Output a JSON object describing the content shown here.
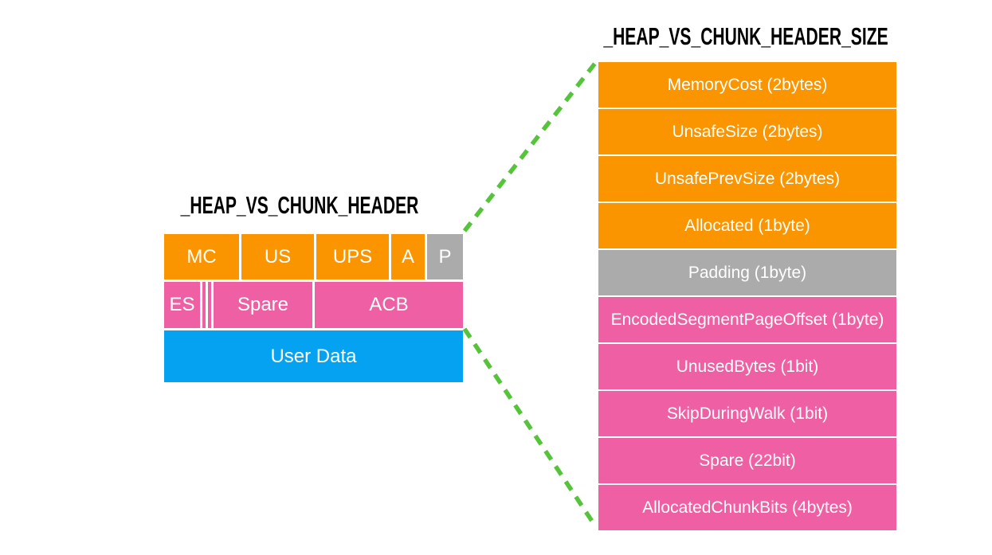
{
  "colors": {
    "orange": "#FA9500",
    "pink": "#EE5FA3",
    "blue": "#06A2F2",
    "gray": "#ABABAB",
    "green": "#56C43B",
    "cell_text": "#FFFFFF",
    "title_text": "#000000",
    "background": "#FFFFFF"
  },
  "left_diagram": {
    "title": "_HEAP_VS_CHUNK_HEADER",
    "row1": [
      {
        "label": "MC"
      },
      {
        "label": "US"
      },
      {
        "label": "UPS"
      },
      {
        "label": "A"
      },
      {
        "label": "P"
      }
    ],
    "row2": [
      {
        "label": "ES"
      },
      {
        "label": ""
      },
      {
        "label": ""
      },
      {
        "label": "Spare"
      },
      {
        "label": "ACB"
      }
    ],
    "row3": [
      {
        "label": "User Data"
      }
    ]
  },
  "right_diagram": {
    "title": "_HEAP_VS_CHUNK_HEADER_SIZE",
    "cells": [
      {
        "label": "MemoryCost (2bytes)",
        "color": "orange"
      },
      {
        "label": "UnsafeSize (2bytes)",
        "color": "orange"
      },
      {
        "label": "UnsafePrevSize (2bytes)",
        "color": "orange"
      },
      {
        "label": "Allocated (1byte)",
        "color": "orange"
      },
      {
        "label": "Padding (1byte)",
        "color": "gray"
      },
      {
        "label": "EncodedSegmentPageOffset (1byte)",
        "color": "pink"
      },
      {
        "label": "UnusedBytes (1bit)",
        "color": "pink"
      },
      {
        "label": "SkipDuringWalk (1bit)",
        "color": "pink"
      },
      {
        "label": "Spare (22bit)",
        "color": "pink"
      },
      {
        "label": "AllocatedChunkBits (4bytes)",
        "color": "pink"
      }
    ]
  }
}
